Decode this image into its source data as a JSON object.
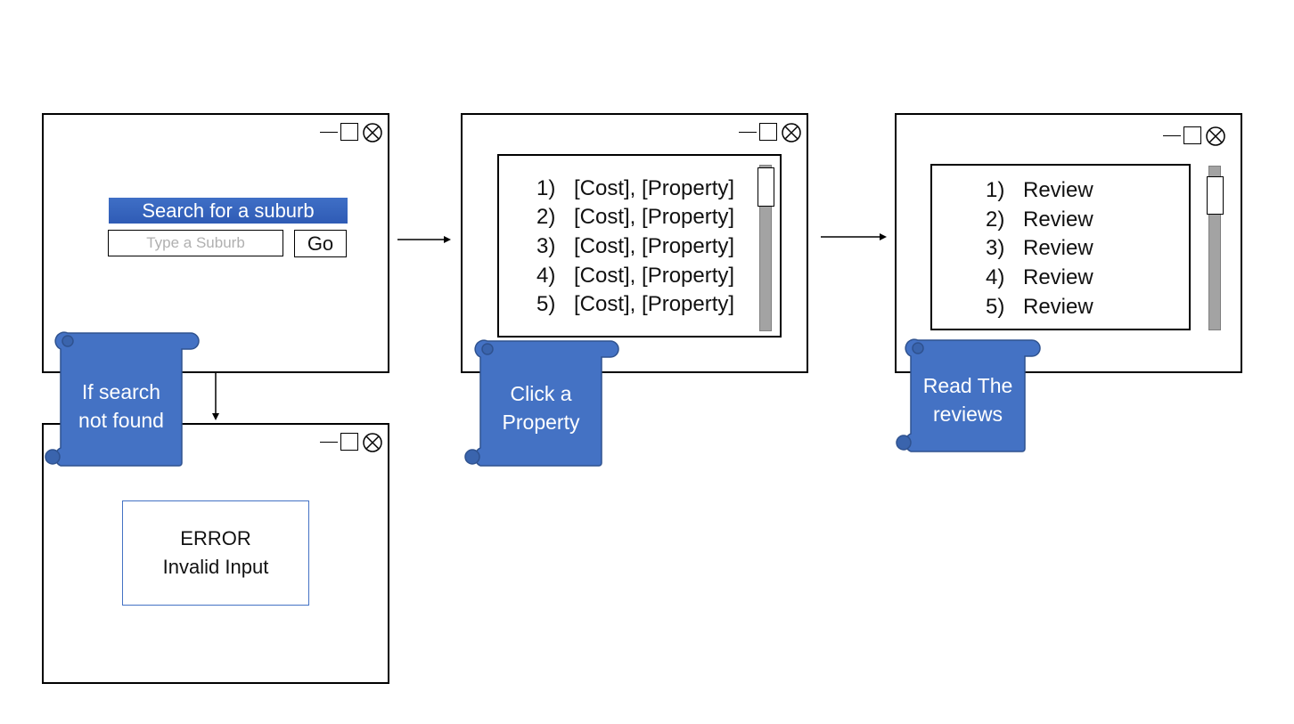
{
  "screens": {
    "search": {
      "title": "Search for a suburb",
      "input_placeholder": "Type a Suburb",
      "go_label": "Go"
    },
    "error": {
      "line1": "ERROR",
      "line2": "Invalid Input"
    },
    "properties": {
      "rows": [
        {
          "num": "1)",
          "text": "[Cost], [Property]"
        },
        {
          "num": "2)",
          "text": "[Cost], [Property]"
        },
        {
          "num": "3)",
          "text": "[Cost], [Property]"
        },
        {
          "num": "4)",
          "text": "[Cost], [Property]"
        },
        {
          "num": "5)",
          "text": "[Cost], [Property]"
        }
      ]
    },
    "reviews": {
      "rows": [
        {
          "num": "1)",
          "text": "Review"
        },
        {
          "num": "2)",
          "text": "Review"
        },
        {
          "num": "3)",
          "text": "Review"
        },
        {
          "num": "4)",
          "text": "Review"
        },
        {
          "num": "5)",
          "text": "Review"
        }
      ]
    }
  },
  "annotations": {
    "not_found": {
      "line1": "If search",
      "line2": "not found"
    },
    "click_property": {
      "line1": "Click a",
      "line2": "Property"
    },
    "read_reviews": {
      "line1": "Read The",
      "line2": "reviews"
    }
  },
  "colors": {
    "scroll_fill": "#4472c4",
    "scroll_stroke": "#2f528f",
    "title_bar": "#2f5bb5"
  }
}
